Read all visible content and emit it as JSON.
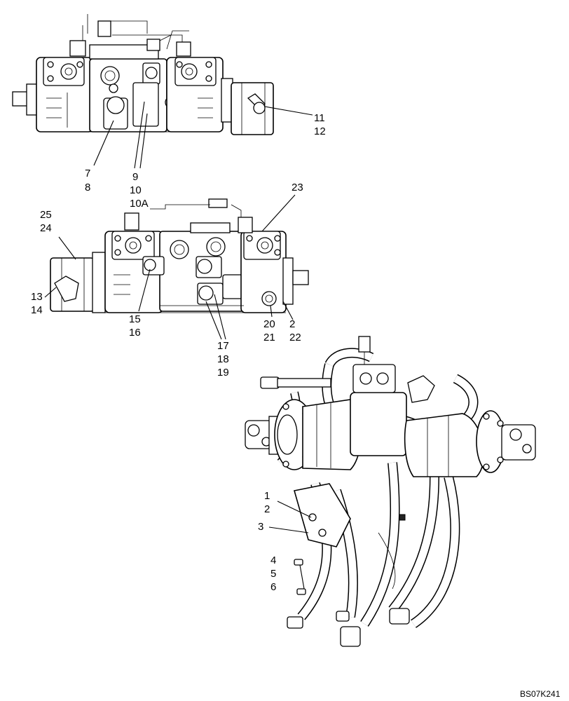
{
  "drawing": {
    "code": "BS07K241",
    "callouts": {
      "top": {
        "c7": "7",
        "c8": "8",
        "c9": "9",
        "c10": "10",
        "c10a": "10A",
        "c11": "11",
        "c12": "12"
      },
      "middle": {
        "c23": "23",
        "c25": "25",
        "c24": "24",
        "c13": "13",
        "c14": "14",
        "c15": "15",
        "c16": "16",
        "c17": "17",
        "c18": "18",
        "c19": "19",
        "c20": "20",
        "c21": "21",
        "c2": "2",
        "c22": "22"
      },
      "bottom": {
        "c1": "1",
        "c2": "2",
        "c3": "3",
        "c4": "4",
        "c5": "5",
        "c6": "6"
      }
    }
  }
}
